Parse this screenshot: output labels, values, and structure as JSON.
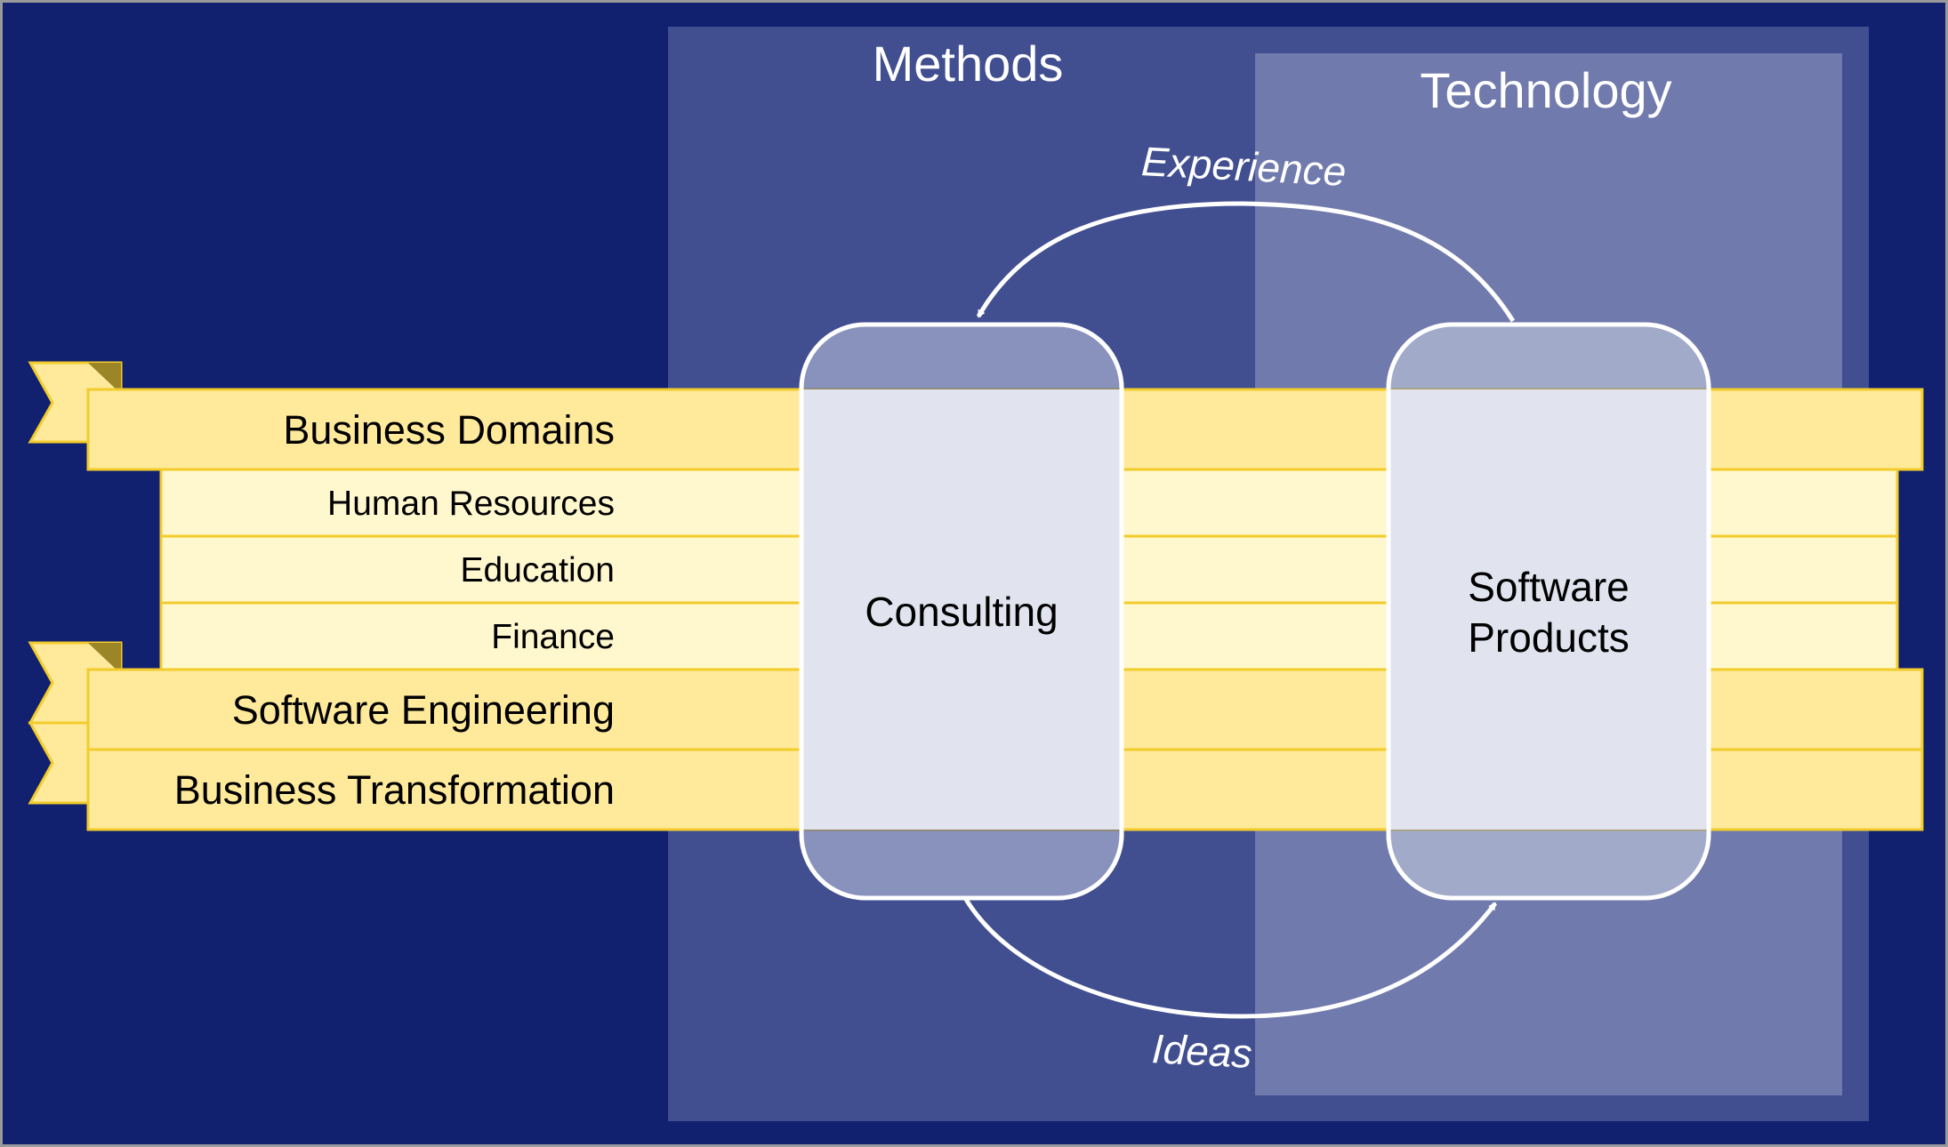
{
  "diagram": {
    "columns": {
      "methods": "Methods",
      "technology": "Technology"
    },
    "flows": {
      "top": "Experience",
      "bottom": "Ideas"
    },
    "nodes": {
      "consulting": "Consulting",
      "software_products_line1": "Software",
      "software_products_line2": "Products"
    },
    "bands": {
      "business_domains": "Business Domains",
      "human_resources": "Human Resources",
      "education": "Education",
      "finance": "Finance",
      "software_engineering": "Software Engineering",
      "business_transformation": "Business Transformation"
    },
    "colors": {
      "background": "#11206f",
      "methods_panel": "#414f91",
      "technology_panel": "#707aac",
      "band_primary": "#ffe99b",
      "band_secondary": "#fff7ce",
      "band_border": "#f2cc2b",
      "node_fill": "#e1e4ef"
    }
  }
}
